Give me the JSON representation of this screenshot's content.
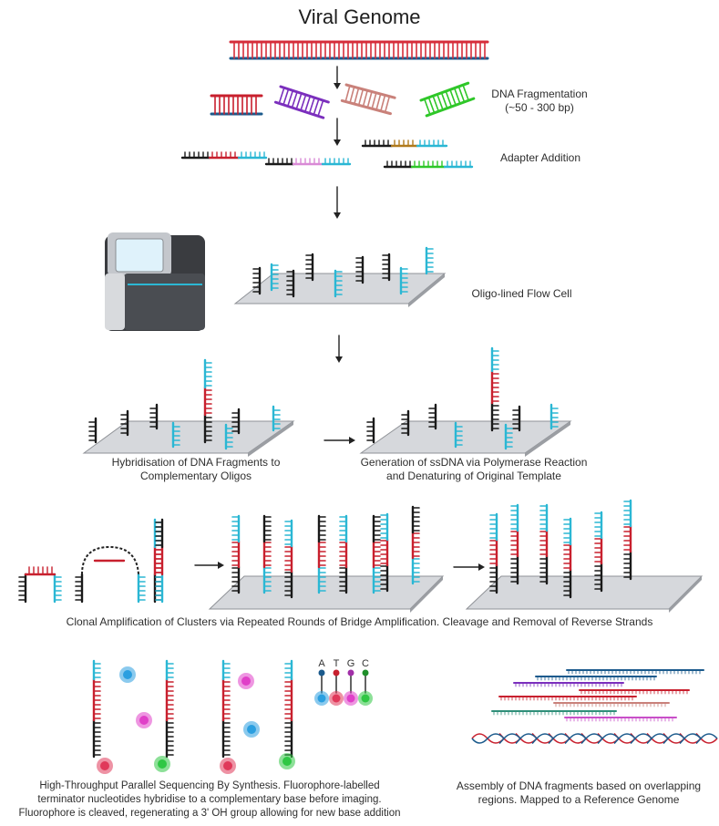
{
  "title": "Viral Genome",
  "steps": {
    "fragmentation": [
      "DNA Fragmentation",
      "(~50 - 300 bp)"
    ],
    "adapter": "Adapter Addition",
    "flowcell": "Oligo-lined Flow Cell",
    "hybridisation": [
      "Hybridisation of DNA Fragments to",
      "Complementary Oligos"
    ],
    "ssdna": [
      "Generation of ssDNA via Polymerase Reaction",
      "and Denaturing of Original Template"
    ],
    "clonal": "Clonal Amplification of Clusters via Repeated Rounds of Bridge Amplification. Cleavage and Removal of Reverse Strands",
    "sequencing": [
      "High-Throughput Parallel Sequencing By Synthesis. Fluorophore-labelled",
      "terminator nucleotides hybridise to a complementary base before imaging.",
      "Fluorophore is cleaved, regenerating a 3' OH group allowing for new base addition"
    ],
    "assembly": [
      "Assembly of DNA fragments based on overlapping",
      "regions. Mapped to a Reference Genome"
    ]
  },
  "bases": [
    "A",
    "T",
    "G",
    "C"
  ],
  "colors": {
    "genome_top": "#d62d3a",
    "genome_bottom": "#1b5a8c",
    "fragment_colors": [
      "#c8202e",
      "#7b2fbd",
      "#c9817a",
      "#2fc729"
    ],
    "adapter_black": "#1a1a1a",
    "adapter_cyan": "#2bb7d4",
    "insert_red": "#c8202e",
    "base_A": "#2b9fe0",
    "base_T": "#e0395a",
    "base_G": "#e040c8",
    "base_C": "#2fc744",
    "flowcell": "#d6d8dc"
  }
}
